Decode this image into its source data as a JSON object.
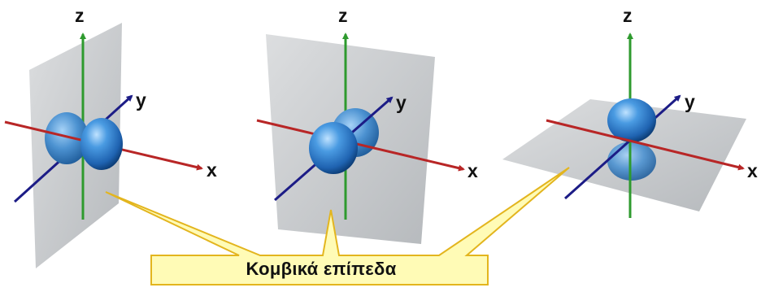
{
  "panels": [
    {
      "id": "px",
      "axes": {
        "z": "z",
        "y": "y",
        "x": "x"
      }
    },
    {
      "id": "py",
      "axes": {
        "z": "z",
        "y": "y",
        "x": "x"
      }
    },
    {
      "id": "pz",
      "axes": {
        "z": "z",
        "y": "y",
        "x": "x"
      }
    }
  ],
  "callout": {
    "label": "Κομβικά επίπεδα"
  },
  "colors": {
    "z_axis": "#2e9a2e",
    "x_axis": "#b82626",
    "y_axis": "#1c1c86",
    "lobe": "#2f7fcf",
    "plane": "#b4b8bc",
    "callout_fill": "#fffbb6",
    "callout_border": "#e3b51e"
  }
}
